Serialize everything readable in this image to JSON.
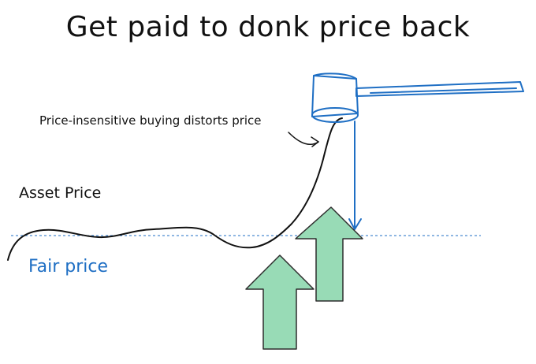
{
  "title": "Get paid to donk price back",
  "annotation": "Price-insensitive buying distorts price",
  "labels": {
    "asset_price": "Asset Price",
    "fair_price": "Fair price"
  },
  "colors": {
    "ink": "#111111",
    "blue": "#1f6fc4",
    "arrow_fill": "#98dbb6",
    "arrow_stroke": "#2d2d2d"
  },
  "icons": {
    "hammer": "hammer-icon",
    "up_arrows": "up-arrow-icon"
  }
}
